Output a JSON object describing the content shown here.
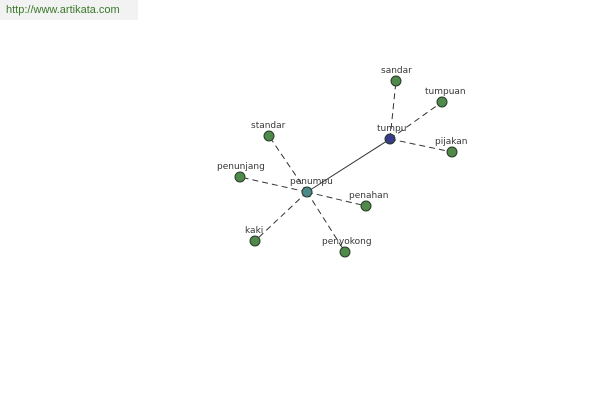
{
  "source": {
    "url": "http://www.artikata.com"
  },
  "colors": {
    "leaf": "#4f8a4a",
    "hub_penumpu": "#4a8a8a",
    "hub_tumpu": "#3a3a8a",
    "edge": "#333333",
    "url_text": "#3a7a2a"
  },
  "graph": {
    "nodes": [
      {
        "id": "penumpu",
        "label": "penumpu",
        "role": "hub",
        "color_key": "hub_penumpu"
      },
      {
        "id": "tumpu",
        "label": "tumpu",
        "role": "hub",
        "color_key": "hub_tumpu"
      },
      {
        "id": "sandar",
        "label": "sandar",
        "role": "leaf",
        "color_key": "leaf"
      },
      {
        "id": "tumpuan",
        "label": "tumpuan",
        "role": "leaf",
        "color_key": "leaf"
      },
      {
        "id": "pijakan",
        "label": "pijakan",
        "role": "leaf",
        "color_key": "leaf"
      },
      {
        "id": "standar",
        "label": "standar",
        "role": "leaf",
        "color_key": "leaf"
      },
      {
        "id": "penunjang",
        "label": "penunjang",
        "role": "leaf",
        "color_key": "leaf"
      },
      {
        "id": "penahan",
        "label": "penahan",
        "role": "leaf",
        "color_key": "leaf"
      },
      {
        "id": "kaki",
        "label": "kaki",
        "role": "leaf",
        "color_key": "leaf"
      },
      {
        "id": "penyokong",
        "label": "penyokong",
        "role": "leaf",
        "color_key": "leaf"
      }
    ],
    "edges": [
      {
        "from": "penumpu",
        "to": "tumpu",
        "style": "solid"
      },
      {
        "from": "tumpu",
        "to": "sandar",
        "style": "dashed"
      },
      {
        "from": "tumpu",
        "to": "tumpuan",
        "style": "dashed"
      },
      {
        "from": "tumpu",
        "to": "pijakan",
        "style": "dashed"
      },
      {
        "from": "penumpu",
        "to": "standar",
        "style": "dashed"
      },
      {
        "from": "penumpu",
        "to": "penunjang",
        "style": "dashed"
      },
      {
        "from": "penumpu",
        "to": "penahan",
        "style": "dashed"
      },
      {
        "from": "penumpu",
        "to": "kaki",
        "style": "dashed"
      },
      {
        "from": "penumpu",
        "to": "penyokong",
        "style": "dashed"
      }
    ]
  }
}
